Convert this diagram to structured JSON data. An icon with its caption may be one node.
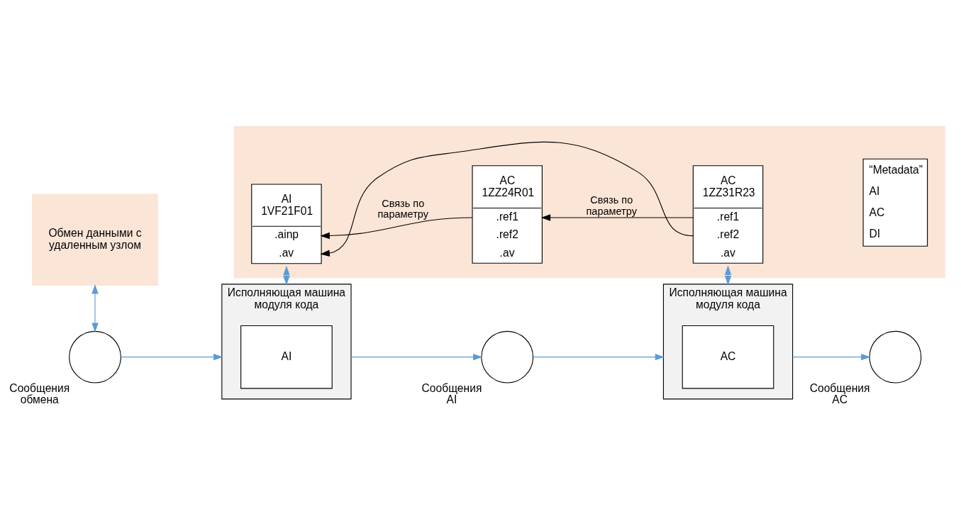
{
  "diagram": {
    "nodes": [
      {
        "text": [
          "Обмен данными с удаленным узлом"
        ]
      },
      {
        "text": [],
        "shape": "box"
      },
      {
        "text": [
          "AI 1VF21F01",
          ".ainp",
          ".av"
        ],
        "in": 1
      },
      {
        "text": [
          "AC 1ZZ24R01",
          ".ref1",
          ".ref2",
          ".av"
        ],
        "in": 1
      },
      {
        "text": [
          "AC 1ZZ31R23",
          ".ref1",
          ".ref2",
          ".av"
        ],
        "in": 1
      },
      {
        "text": [
          "“Metadata”",
          "AI",
          "AC",
          "DI"
        ],
        "in": 1
      },
      {
        "text": [],
        "shape": "circle",
        "beside": [
          "Сообщения обмена"
        ]
      },
      {
        "text": [
          "Исполняющая машина модуля кода"
        ]
      },
      {
        "text": [
          "AI"
        ],
        "in": 7
      },
      {
        "text": [],
        "shape": "circle",
        "beside": [
          "Сообщения AI"
        ]
      },
      {
        "text": [
          "Исполняющая машина модуля кода"
        ]
      },
      {
        "text": [
          "AC"
        ],
        "in": 10
      },
      {
        "text": [],
        "shape": "circle",
        "beside": [
          "Сообщения AC"
        ]
      }
    ],
    "edges": [
      {
        "from": 3,
        "to": 2,
        "arrow": "to",
        "label": "Связь по параметру",
        "color": "#000000"
      },
      {
        "from": 4,
        "to": 3,
        "arrow": "to",
        "label": "Связь по параметру",
        "color": "#000000"
      },
      {
        "from": 4,
        "to": 2,
        "arrow": "to",
        "color": "#000000"
      },
      {
        "from": 0,
        "to": 6,
        "arrow": "both"
      },
      {
        "from": 6,
        "to": 7,
        "arrow": "to"
      },
      {
        "from": 7,
        "to": 2,
        "arrow": "both"
      },
      {
        "from": 7,
        "to": 9,
        "arrow": "to"
      },
      {
        "from": 9,
        "to": 10,
        "arrow": "to"
      },
      {
        "from": 10,
        "to": 4,
        "arrow": "both"
      },
      {
        "from": 10,
        "to": 12,
        "arrow": "to"
      }
    ]
  }
}
